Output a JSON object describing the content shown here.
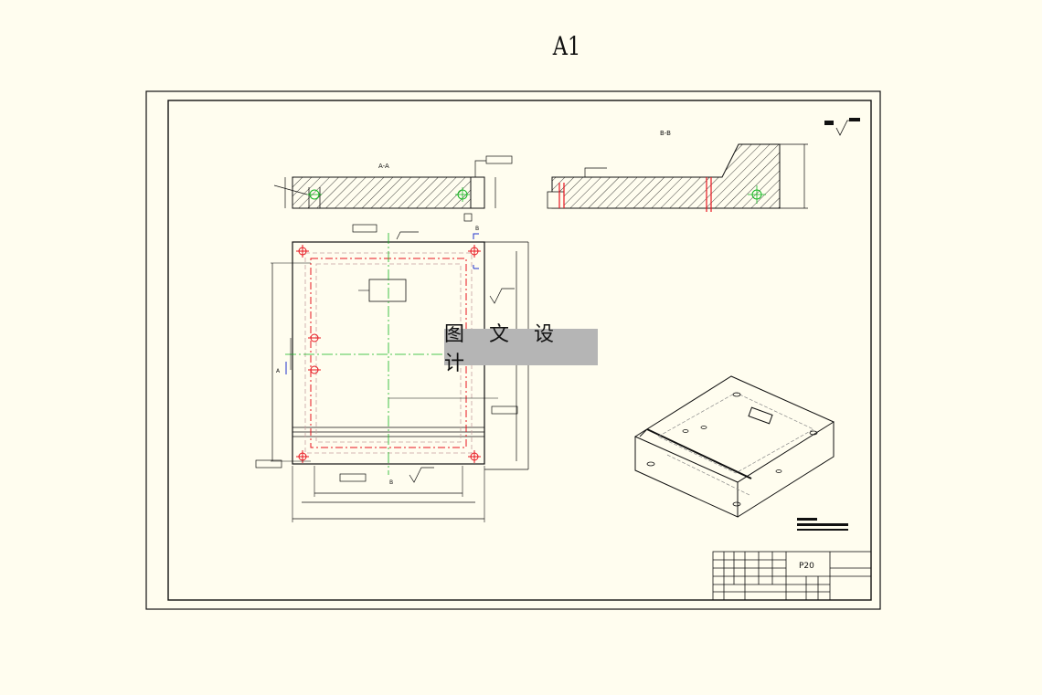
{
  "sheet": {
    "size_label": "A1"
  },
  "views": {
    "section_aa_label": "A-A",
    "section_bb_label": "B-B",
    "cut_marker_a": "A",
    "cut_marker_b": "B"
  },
  "title_block": {
    "material": "P20"
  },
  "watermark": {
    "text": "图 文 设 计"
  },
  "colors": {
    "background": "#fffdef",
    "line": "#111111",
    "hidden_red": "#e8141e",
    "center_green": "#12b51f",
    "dim_blue": "#2233cc",
    "watermark_bg": "#b5b5b5"
  }
}
